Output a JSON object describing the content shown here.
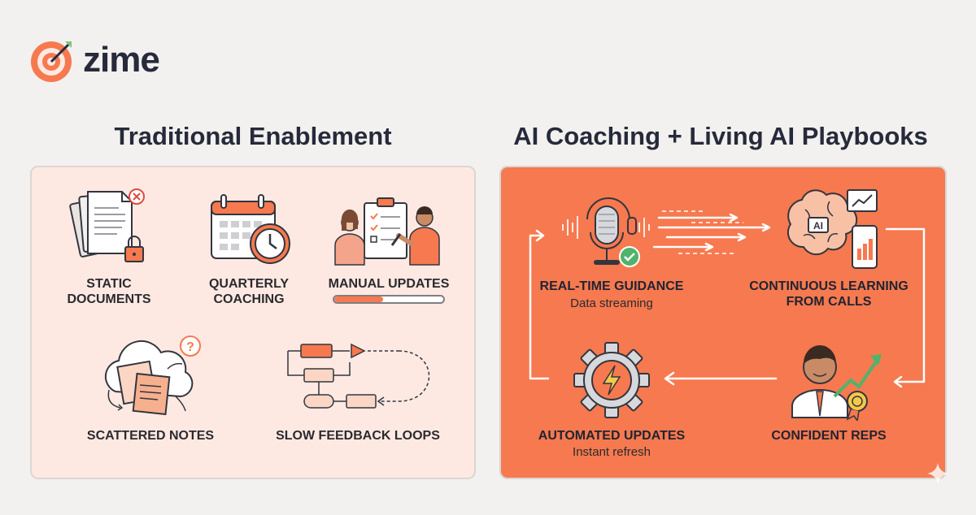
{
  "brand": {
    "name": "zime"
  },
  "left": {
    "title": "Traditional Enablement",
    "items": [
      {
        "label_lines": [
          "STATIC",
          "DOCUMENTS"
        ],
        "icon": "static-documents-icon"
      },
      {
        "label_lines": [
          "QUARTERLY",
          "COACHING"
        ],
        "icon": "calendar-clock-icon"
      },
      {
        "label_lines": [
          "MANUAL UPDATES"
        ],
        "icon": "manual-updates-icon",
        "progress": 0.45
      },
      {
        "label_lines": [
          "SCATTERED NOTES"
        ],
        "icon": "scattered-notes-icon"
      },
      {
        "label_lines": [
          "SLOW FEEDBACK LOOPS"
        ],
        "icon": "flowchart-icon"
      }
    ]
  },
  "right": {
    "title": "AI Coaching + Living AI Playbooks",
    "nodes": [
      {
        "label_lines": [
          "REAL-TIME GUIDANCE"
        ],
        "sub": "Data streaming",
        "icon": "headset-microphone-icon"
      },
      {
        "label_lines": [
          "CONTINUOUS LEARNING",
          "FROM CALLS"
        ],
        "icon": "ai-brain-icon",
        "chip_text": "AI"
      },
      {
        "label_lines": [
          "CONFIDENT REPS"
        ],
        "icon": "confident-rep-icon"
      },
      {
        "label_lines": [
          "AUTOMATED UPDATES"
        ],
        "sub": "Instant refresh",
        "icon": "lightning-gear-icon"
      }
    ]
  },
  "colors": {
    "accent": "#f6794f",
    "dark": "#262a3a",
    "left_panel": "#fde9e2"
  }
}
